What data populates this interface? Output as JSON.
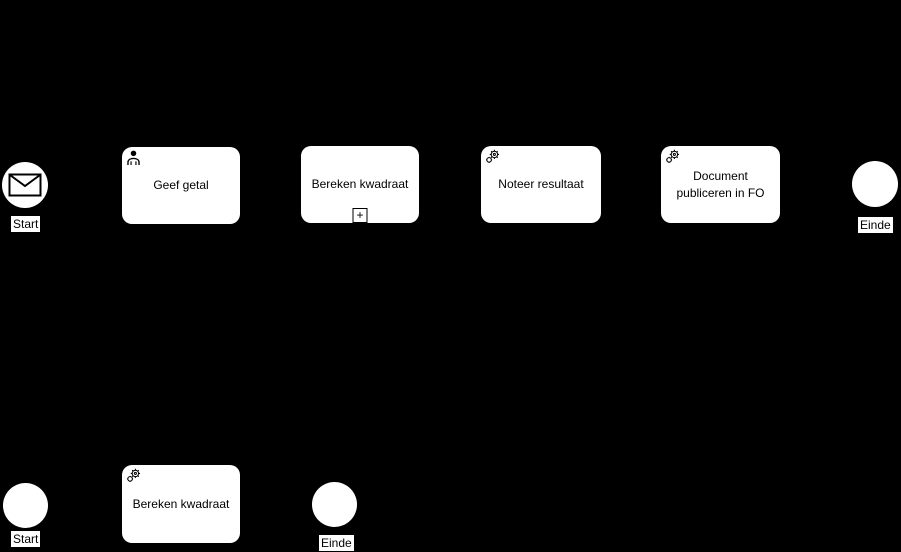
{
  "diagram": {
    "type": "bpmn",
    "colors": {
      "background": "#000000",
      "shape_fill": "#ffffff",
      "stroke": "#000000",
      "text": "#000000"
    }
  },
  "top_process": {
    "start_event": {
      "label": "Start",
      "type": "message-start-event",
      "icon": "envelope-icon"
    },
    "tasks": [
      {
        "label": "Geef getal",
        "type": "user-task",
        "icon": "user-icon"
      },
      {
        "label": "Bereken kwadraat",
        "type": "collapsed-subprocess",
        "marker": "+"
      },
      {
        "label": "Noteer resultaat",
        "type": "service-task",
        "icon": "gear-icon"
      },
      {
        "lines": [
          "Document",
          "publiceren in FO"
        ],
        "type": "service-task",
        "icon": "gear-icon"
      }
    ],
    "end_event": {
      "label": "Einde",
      "type": "end-event"
    }
  },
  "bottom_process": {
    "start_event": {
      "label": "Start",
      "type": "start-event"
    },
    "task": {
      "label": "Bereken kwadraat",
      "type": "service-task",
      "icon": "gear-icon"
    },
    "end_event": {
      "label": "Einde",
      "type": "end-event"
    }
  }
}
